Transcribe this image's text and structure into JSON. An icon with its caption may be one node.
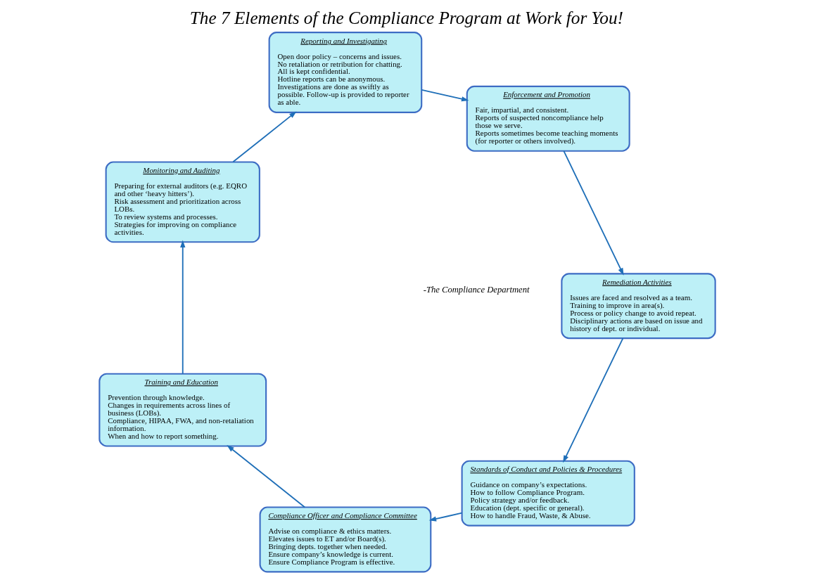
{
  "diagram": {
    "title": "The 7 Elements of the Compliance Program at Work for You!",
    "nodes": [
      {
        "text": [
          "Standards of Conduct and Policies & Procedures",
          "Guidance on company’s expectations.",
          "How to follow Compliance Program.",
          "Policy strategy and/or feedback.",
          "Education (dept. specific or general).",
          "How to handle Fraud, Waste, & Abuse."
        ]
      },
      {
        "text": [
          "Compliance Officer and Compliance Committee",
          "Advise on compliance & ethics matters.",
          "Elevates issues to ET and/or Board(s).",
          "Bringing depts. together when needed.",
          "Ensure company’s knowledge is current.",
          "Ensure Compliance Program is effective."
        ]
      },
      {
        "text": [
          "Training and Education",
          "Prevention through knowledge.",
          "Changes in requirements across lines of business (LOBs).",
          "Compliance, HIPAA, FWA, and non-retaliation information.",
          "When and how to report something."
        ]
      },
      {
        "text": [
          "Monitoring and Auditing",
          "Preparing for external auditors (e.g. EQRO and other ‘heavy hitters’).",
          "Risk assessment and prioritization across LOBs.",
          "To review systems and processes.",
          "Strategies for improving on compliance activities."
        ]
      },
      {
        "text": [
          "Reporting and Investigating",
          "Open door policy – concerns and issues.",
          "No retaliation or retribution for chatting.",
          "All is kept confidential.",
          "Hotline reports can be anonymous.",
          "Investigations are done as swiftly as possible. Follow-up is provided to reporter as able."
        ]
      },
      {
        "text": [
          "Enforcement and Promotion",
          "Fair, impartial, and consistent.",
          "Reports of suspected noncompliance help those we serve.",
          "Reports sometimes become teaching moments (for reporter or others involved)."
        ]
      },
      {
        "text": [
          "Remediation Activities",
          "Issues are faced and resolved as a team.",
          "Training to improve in area(s).",
          "Process or policy change to avoid repeat.",
          "Disciplinary actions are based on issue and history of dept. or individual."
        ]
      }
    ],
    "edges": [
      {
        "from": 0,
        "to": 1,
        "arrow": "to"
      },
      {
        "from": 1,
        "to": 2,
        "arrow": "to"
      },
      {
        "from": 2,
        "to": 3,
        "arrow": "to"
      },
      {
        "from": 3,
        "to": 4,
        "arrow": "to"
      },
      {
        "from": 4,
        "to": 5,
        "arrow": "to"
      },
      {
        "from": 5,
        "to": 6,
        "arrow": "to"
      },
      {
        "from": 6,
        "to": 0,
        "arrow": "to"
      }
    ],
    "labels": [
      "-The Compliance Department"
    ]
  }
}
